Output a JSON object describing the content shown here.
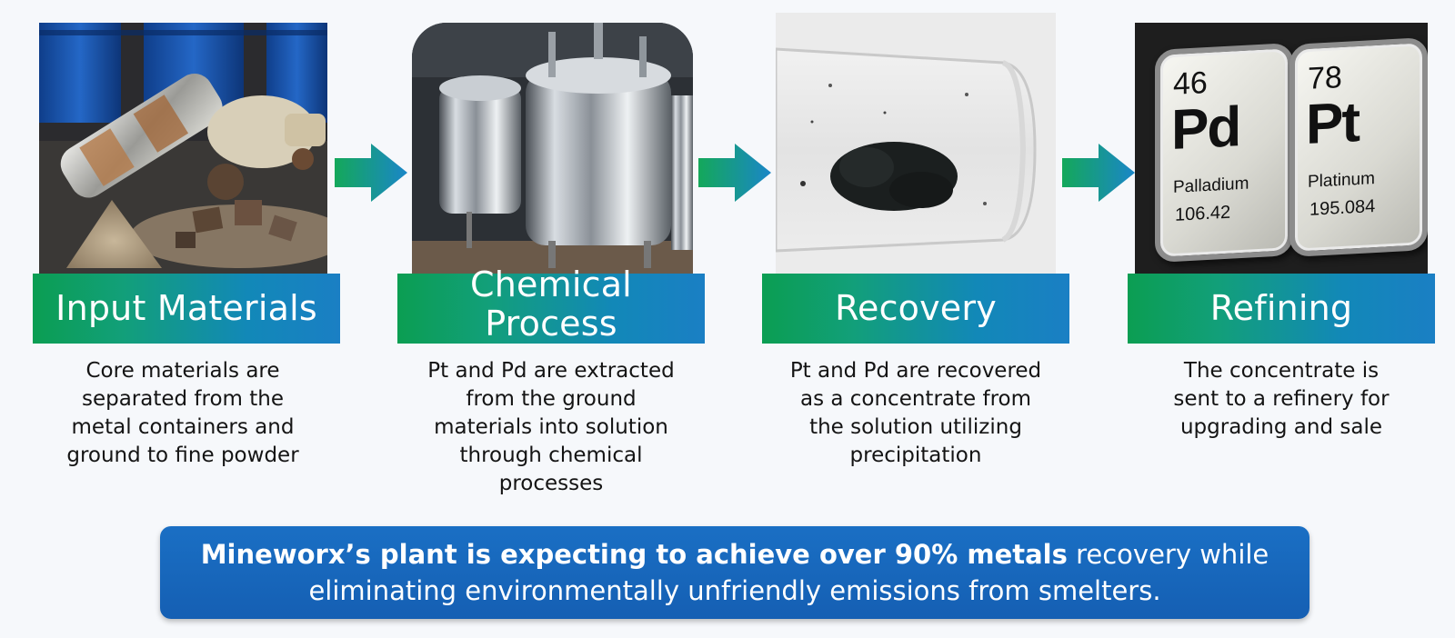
{
  "steps": [
    {
      "title": "Input Materials",
      "description": [
        "Core materials are",
        "separated from the",
        "metal containers and",
        "ground to fine powder"
      ]
    },
    {
      "title_lines": [
        "Chemical",
        "Process"
      ],
      "description": [
        "Pt and Pd are extracted",
        "from the ground",
        "materials into solution",
        "through chemical",
        "processes"
      ]
    },
    {
      "title": "Recovery",
      "description": [
        "Pt and Pd are recovered",
        "as a concentrate from",
        "the solution utilizing",
        "precipitation"
      ]
    },
    {
      "title": "Refining",
      "description": [
        "The concentrate is",
        "sent to a refinery for",
        "upgrading and sale"
      ]
    }
  ],
  "elements": {
    "pd": {
      "number": "46",
      "symbol": "Pd",
      "name": "Palladium",
      "mass": "106.42"
    },
    "pt": {
      "number": "78",
      "symbol": "Pt",
      "name": "Platinum",
      "mass": "195.084"
    }
  },
  "callout": {
    "line1_bold": "Mineworx’s plant is expecting to achieve over 90% metals",
    "line1_rest": " recovery while",
    "line2": "eliminating environmentally unfriendly emissions from smelters."
  },
  "colors": {
    "banner_start": "#0b9e52",
    "banner_end": "#1a7fc4",
    "arrow_start": "#14a85a",
    "arrow_end": "#1a86c8",
    "callout": "#1a6fc4",
    "background": "#f6f8fb"
  },
  "icons": [
    "flow-arrow-icon"
  ]
}
